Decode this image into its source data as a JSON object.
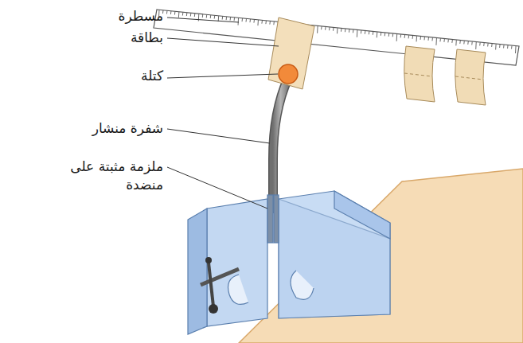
{
  "diagram": {
    "labels": [
      "مسطرة",
      "بطاقة",
      "كتلة",
      "شفرة منشار",
      "ملزمة مثبتة على منضدة"
    ]
  }
}
